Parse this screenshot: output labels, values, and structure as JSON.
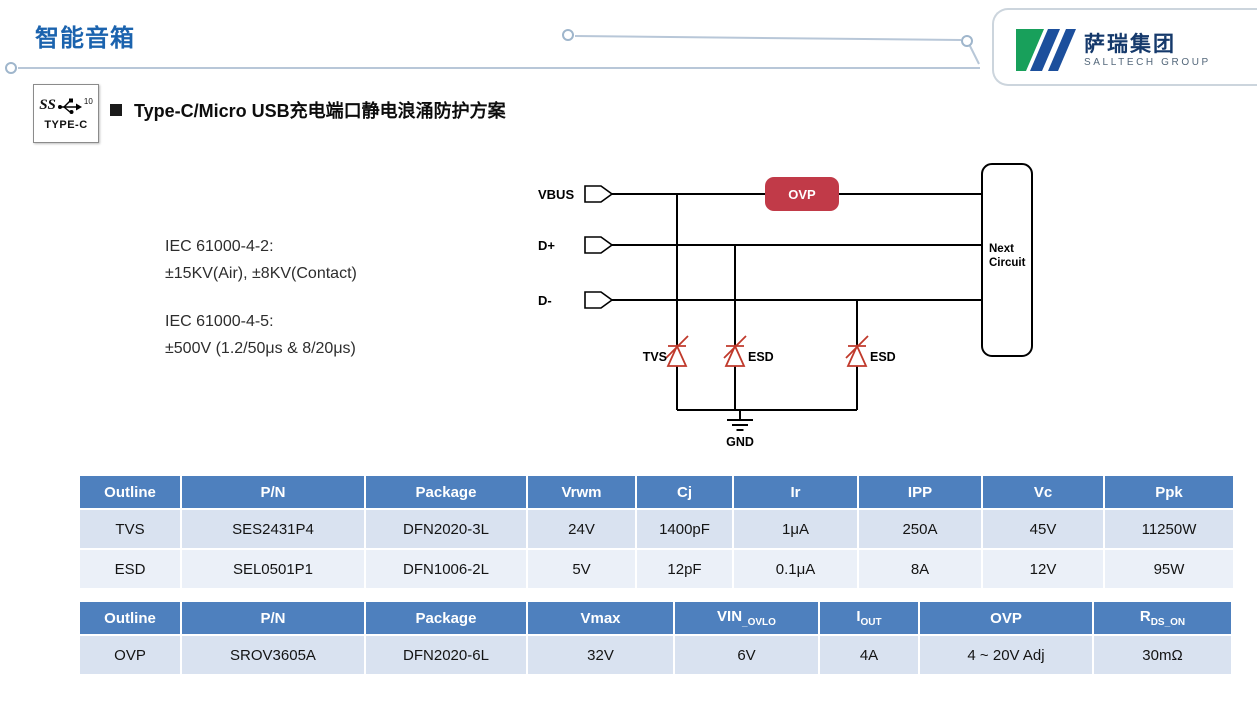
{
  "header": {
    "title": "智能音箱",
    "logo": {
      "name": "萨瑞集团",
      "subtitle": "SALLTECH GROUP"
    }
  },
  "badge": {
    "ss": "SS",
    "speed": "10",
    "label": "TYPE-C"
  },
  "section": {
    "title": "Type-C/Micro USB充电端口静电浪涌防护方案"
  },
  "specs": {
    "l1": "IEC 61000-4-2:",
    "l2": "±15KV(Air), ±8KV(Contact)",
    "l3": "IEC 61000-4-5:",
    "l4": "±500V (1.2/50μs & 8/20μs)"
  },
  "diagram": {
    "signals": [
      "VBUS",
      "D+",
      "D-"
    ],
    "ovp": "OVP",
    "next": [
      "Next",
      "Circuit"
    ],
    "tvs": "TVS",
    "esd1": "ESD",
    "esd2": "ESD",
    "gnd": "GND"
  },
  "table1": {
    "headers": [
      "Outline",
      "P/N",
      "Package",
      "Vrwm",
      "Cj",
      "Ir",
      "IPP",
      "Vc",
      "Ppk"
    ],
    "rows": [
      [
        "TVS",
        "SES2431P4",
        "DFN2020-3L",
        "24V",
        "1400pF",
        "1μA",
        "250A",
        "45V",
        "11250W"
      ],
      [
        "ESD",
        "SEL0501P1",
        "DFN1006-2L",
        "5V",
        "12pF",
        "0.1μA",
        "8A",
        "12V",
        "95W"
      ]
    ]
  },
  "table2": {
    "headers": [
      {
        "text": "Outline"
      },
      {
        "text": "P/N"
      },
      {
        "text": "Package"
      },
      {
        "text": "Vmax"
      },
      {
        "text": "VIN",
        "sub": "_OVLO"
      },
      {
        "text": "I",
        "sub": "OUT"
      },
      {
        "text": "OVP"
      },
      {
        "text": "R",
        "sub": "DS_ON"
      }
    ],
    "rows": [
      [
        "OVP",
        "SROV3605A",
        "DFN2020-6L",
        "32V",
        "6V",
        "4A",
        "4 ~ 20V Adj",
        "30mΩ"
      ]
    ]
  },
  "colors": {
    "accent_blue": "#1b63ae",
    "table_header": "#4e80be",
    "ovp_red": "#c13a48"
  }
}
